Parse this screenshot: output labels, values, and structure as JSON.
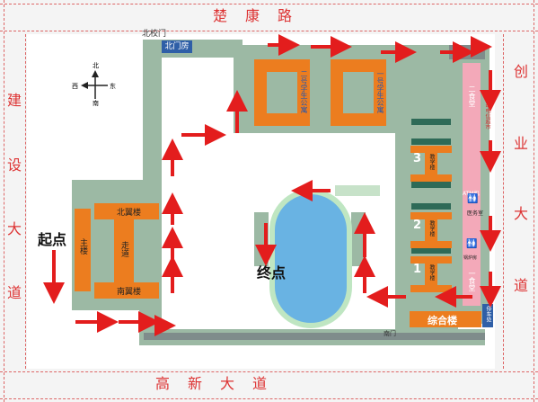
{
  "roads": {
    "north": "楚　康　路",
    "south": "高　新　大　道",
    "west": [
      "建",
      "设",
      "大",
      "道"
    ],
    "east": [
      "创",
      "业",
      "大",
      "道"
    ]
  },
  "gates": {
    "north_gate": "北校门",
    "guard_room": "北门房",
    "south_gate": "南门"
  },
  "compass": {
    "north": "北",
    "south": "南",
    "west": "西",
    "east": "东"
  },
  "buildings": {
    "dorm2": [
      "二",
      "号",
      "学",
      "生",
      "公",
      "寓"
    ],
    "dorm1": [
      "一",
      "号",
      "学",
      "生",
      "公",
      "寓"
    ],
    "north_wing": "北翼楼",
    "south_wing": "南翼楼",
    "main_building": [
      "主",
      "楼"
    ],
    "corridor": [
      "走",
      "道"
    ],
    "teach3": {
      "num": "3",
      "name": "教学楼"
    },
    "teach2": {
      "num": "2",
      "name": "教学楼"
    },
    "teach1": {
      "num": "1",
      "name": "教学楼"
    },
    "complex": "综合楼",
    "canteen2": [
      "二",
      "食",
      "堂"
    ],
    "shop_list": [
      "移",
      "动",
      "电",
      "信",
      "超",
      "市"
    ],
    "atm": "ATM机",
    "medical": "医务室",
    "canteen1": [
      "一",
      "食",
      "堂"
    ],
    "boiler": "锅炉房",
    "parking": "停车处"
  },
  "labels": {
    "start": "起点",
    "end": "终点"
  },
  "icons": [
    "compass-icon",
    "toilet-icon",
    "route-arrow-icon"
  ]
}
